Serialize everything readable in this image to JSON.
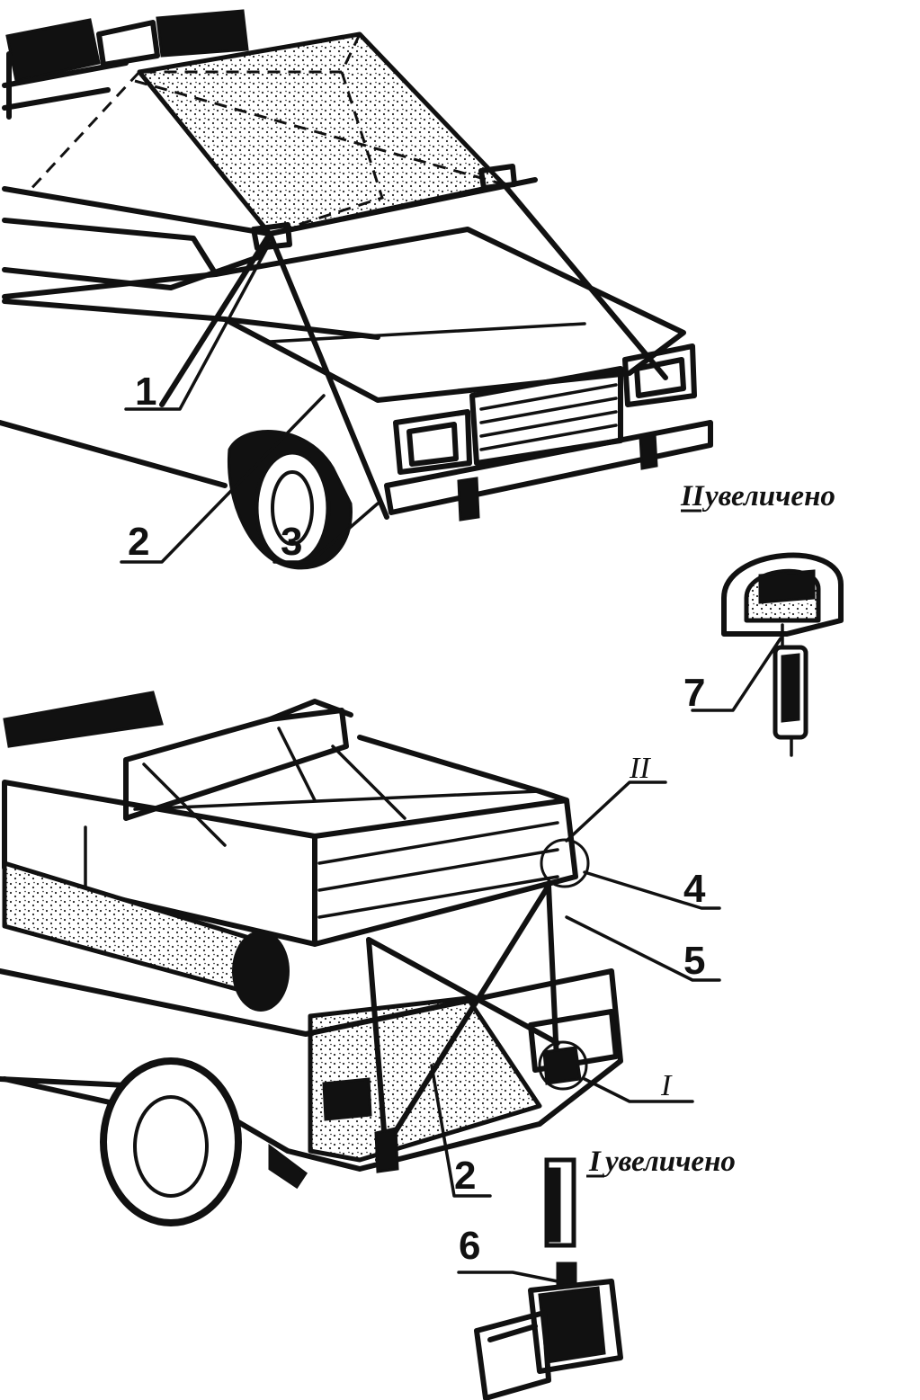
{
  "callouts": {
    "front": [
      "1",
      "2",
      "3"
    ],
    "rear": [
      "4",
      "5",
      "2"
    ],
    "detail_II": "7",
    "detail_I": "6"
  },
  "detail_markers": {
    "II": "II",
    "I": "I"
  },
  "captions": {
    "detail_II_numeral": "II",
    "detail_II_text": "увеличено",
    "detail_I_numeral": "I",
    "detail_I_text": "увеличено"
  }
}
